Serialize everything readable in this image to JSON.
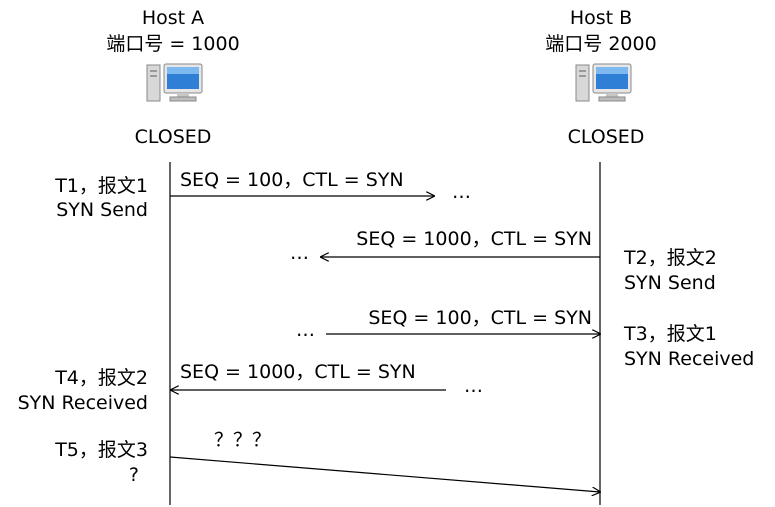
{
  "host_a": {
    "name": "Host A",
    "port": "端口号 = 1000",
    "state": "CLOSED"
  },
  "host_b": {
    "name": "Host B",
    "port": "端口号 2000",
    "state": "CLOSED"
  },
  "events": {
    "t1": {
      "line1": "T1，报文1",
      "line2": "SYN Send"
    },
    "t2": {
      "line1": "T2，报文2",
      "line2": "SYN Send"
    },
    "t3": {
      "line1": "T3，报文1",
      "line2": "SYN Received"
    },
    "t4": {
      "line1": "T4，报文2",
      "line2": "SYN Received"
    },
    "t5": {
      "line1": "T5，报文3",
      "line2": "?"
    }
  },
  "messages": {
    "m1": {
      "label": "SEQ = 100，CTL = SYN",
      "ellipsis": "…"
    },
    "m2": {
      "label": "SEQ = 1000，CTL = SYN",
      "ellipsis": "…"
    },
    "m3": {
      "label": "SEQ = 100，CTL = SYN",
      "ellipsis": "…"
    },
    "m4": {
      "label": "SEQ = 1000，CTL = SYN",
      "ellipsis": "…"
    },
    "m5": {
      "label": "？？？"
    }
  },
  "icons": {
    "computer": "computer-icon"
  }
}
